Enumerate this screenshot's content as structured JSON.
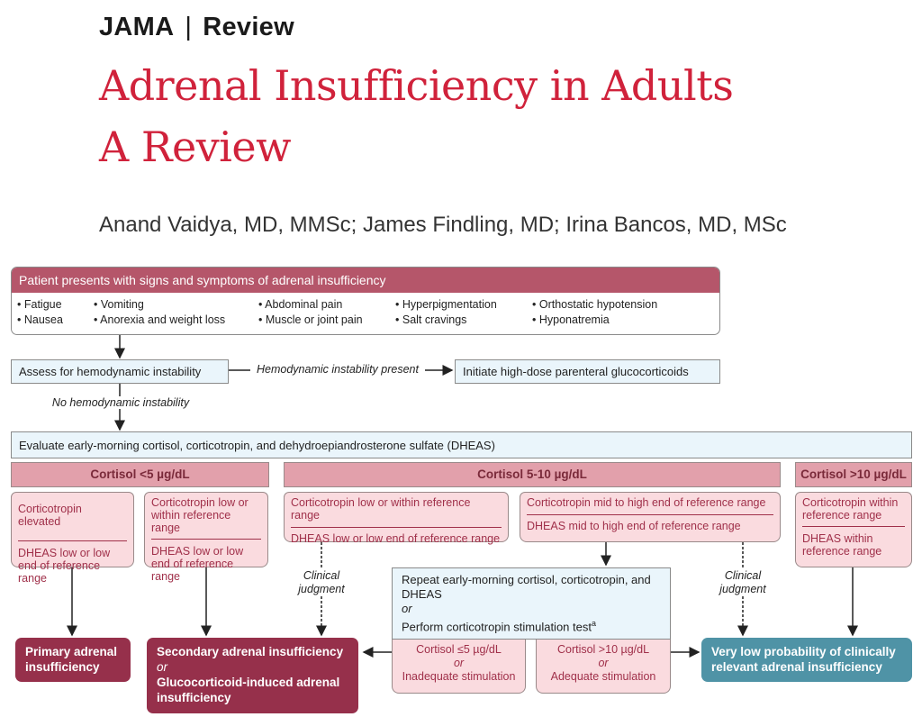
{
  "header": {
    "journal": "JAMA",
    "separator": "|",
    "section": "Review"
  },
  "title": {
    "line1": "Adrenal Insufficiency in Adults",
    "line2": "A Review"
  },
  "authors": "Anand Vaidya, MD, MMSc; James Findling, MD; Irina Bancos, MD, MSc",
  "flow": {
    "presentation": {
      "title": "Patient presents with signs and symptoms of adrenal insufficiency",
      "symptoms": [
        "Fatigue",
        "Nausea",
        "Vomiting",
        "Anorexia and weight loss",
        "Abdominal pain",
        "Muscle or joint pain",
        "Hyperpigmentation",
        "Salt cravings",
        "Orthostatic hypotension",
        "Hyponatremia"
      ]
    },
    "assess": "Assess for hemodynamic instability",
    "instability_present": "Hemodynamic instability present",
    "initiate": "Initiate high-dose parenteral glucocorticoids",
    "no_instability": "No hemodynamic instability",
    "evaluate": "Evaluate early-morning cortisol, corticotropin, and dehydroepiandrosterone sulfate (DHEAS)",
    "cortisol_low": "Cortisol <5 µg/dL",
    "cortisol_mid": "Cortisol 5-10 µg/dL",
    "cortisol_high": "Cortisol >10 µg/dL",
    "low_a": {
      "acth": "Corticotropin elevated",
      "dheas": "DHEAS low or low end of reference range"
    },
    "low_b": {
      "acth": "Corticotropin low or within reference range",
      "dheas": "DHEAS low or low end of reference range"
    },
    "mid_a": {
      "acth": "Corticotropin low or within reference range",
      "dheas": "DHEAS low or low end of reference range"
    },
    "mid_b": {
      "acth": "Corticotropin mid to high end of reference range",
      "dheas": "DHEAS mid to high end of reference range"
    },
    "high": {
      "acth": "Corticotropin within reference range",
      "dheas": "DHEAS within reference range"
    },
    "clinical_judgment": "Clinical judgment",
    "repeat": {
      "line1": "Repeat early-morning cortisol, corticotropin, and DHEAS",
      "or": "or",
      "line2": "Perform corticotropin stimulation test",
      "footnote": "a"
    },
    "result_low": {
      "line1": "Cortisol ≤5 µg/dL",
      "or": "or",
      "line2": "Inadequate stimulation"
    },
    "result_high": {
      "line1": "Cortisol >10 µg/dL",
      "or": "or",
      "line2": "Adequate stimulation"
    },
    "primary": "Primary adrenal insufficiency",
    "secondary": {
      "line1": "Secondary adrenal insufficiency",
      "or": "or",
      "line2": "Glucocorticoid-induced adrenal insufficiency"
    },
    "very_low": "Very low probability of clinically relevant adrenal insufficiency"
  },
  "colors": {
    "title_red": "#d0223b",
    "header_maroon": "#b5566a",
    "pink_header": "#e2a0ab",
    "pink_box": "#fadbdf",
    "outcome_maroon": "#96304b",
    "outcome_teal": "#4f93a6",
    "blue_box": "#eaf5fb"
  }
}
